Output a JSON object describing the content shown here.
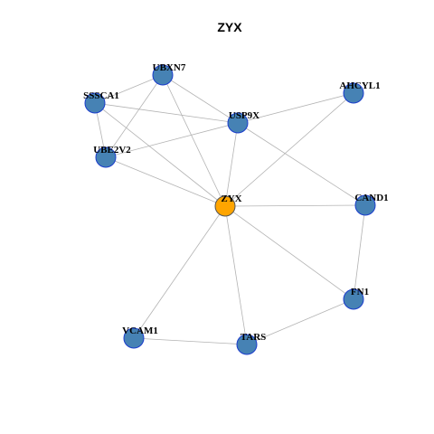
{
  "title": "ZYX",
  "colors": {
    "node": "#4682b4",
    "hub": "#ffa500",
    "node_border": "#1a3ccc",
    "edge": "#b3b3b3"
  },
  "nodes": [
    {
      "id": "ZYX",
      "hub": true
    },
    {
      "id": "UBXN7"
    },
    {
      "id": "SSSCA1"
    },
    {
      "id": "USP9X"
    },
    {
      "id": "AHCYL1"
    },
    {
      "id": "UBE2V2"
    },
    {
      "id": "CAND1"
    },
    {
      "id": "FN1"
    },
    {
      "id": "VCAM1"
    },
    {
      "id": "TARS"
    }
  ],
  "edges": [
    [
      "SSSCA1",
      "UBXN7"
    ],
    [
      "SSSCA1",
      "USP9X"
    ],
    [
      "SSSCA1",
      "UBE2V2"
    ],
    [
      "SSSCA1",
      "ZYX"
    ],
    [
      "UBXN7",
      "USP9X"
    ],
    [
      "UBXN7",
      "UBE2V2"
    ],
    [
      "UBXN7",
      "ZYX"
    ],
    [
      "USP9X",
      "AHCYL1"
    ],
    [
      "USP9X",
      "UBE2V2"
    ],
    [
      "USP9X",
      "ZYX"
    ],
    [
      "USP9X",
      "CAND1"
    ],
    [
      "AHCYL1",
      "ZYX"
    ],
    [
      "UBE2V2",
      "ZYX"
    ],
    [
      "ZYX",
      "CAND1"
    ],
    [
      "ZYX",
      "FN1"
    ],
    [
      "ZYX",
      "VCAM1"
    ],
    [
      "ZYX",
      "TARS"
    ],
    [
      "CAND1",
      "FN1"
    ],
    [
      "FN1",
      "TARS"
    ],
    [
      "VCAM1",
      "TARS"
    ]
  ]
}
